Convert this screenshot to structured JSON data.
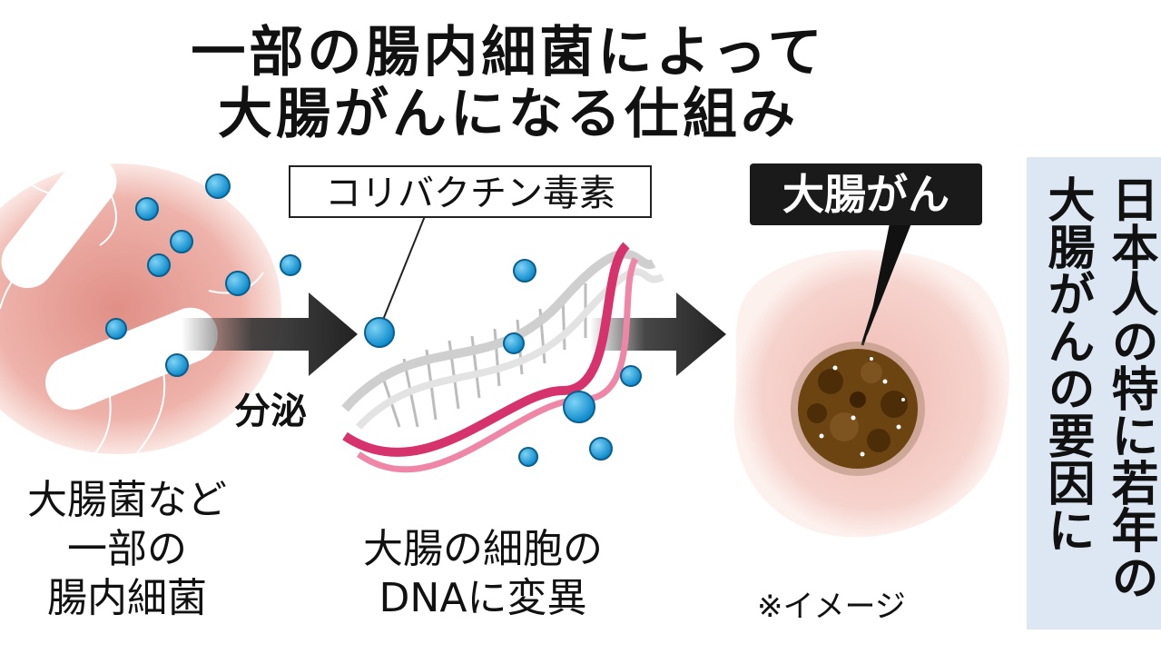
{
  "title": {
    "line1": "一部の腸内細菌によって",
    "line2": "大腸がんになる仕組み"
  },
  "labels": {
    "toxin": "コリバクチン毒素",
    "cancer": "大腸がん",
    "secrete": "分泌",
    "bacteria": [
      "大腸菌など",
      "一部の",
      "腸内細菌"
    ],
    "dna": [
      "大腸の細胞の",
      "DNAに変異"
    ],
    "note": "※イメージ"
  },
  "side_note": {
    "col1": "日本人の特に若年の",
    "col2": "大腸がんの要因に"
  },
  "colors": {
    "toxin_dot": "#1b9ad6",
    "tissue": "#f2c3bd",
    "dna_strand": "#d6336c",
    "tumor": "#6b4412",
    "panel": "#dce7f3"
  }
}
